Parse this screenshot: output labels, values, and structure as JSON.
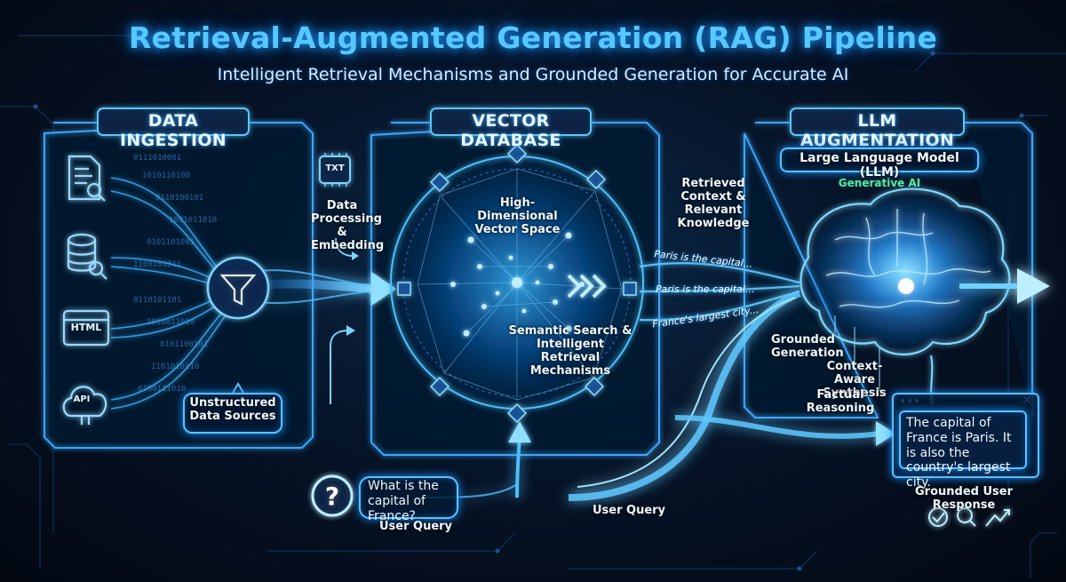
{
  "title": "Retrieval-Augmented Generation (RAG) Pipeline",
  "subtitle": "Intelligent Retrieval Mechanisms and Grounded Generation for Accurate AI",
  "panels": {
    "ingestion": {
      "title": "DATA INGESTION",
      "source_icons": [
        "document-search-icon",
        "database-search-icon",
        "html-icon",
        "api-cloud-icon"
      ],
      "html_label": "HTML",
      "api_label": "API",
      "unstructured_label": "Unstructured Data Sources"
    },
    "vector": {
      "title": "VECTOR DATABASE",
      "space_label": "High-Dimensional Vector Space",
      "search_label": "Semantic Search & Intelligent Retrieval Mechanisms"
    },
    "llm": {
      "title": "LLM AUGMENTATION",
      "model_label": "Large Language Model (LLM)",
      "generative_label": "Generative AI",
      "grounded_generation": "Grounded Generation",
      "context_aware": "Context-Aware Synthesis",
      "factual_reasoning": "Factual Reasoning"
    }
  },
  "processing": {
    "txt_label": "TXT",
    "label": "Data Processing & Embedding"
  },
  "retrieved_label": "Retrieved Context & Relevant Knowledge",
  "snippets": [
    "Paris is the capital...",
    "Paris is the capital...",
    "France's largest city..."
  ],
  "query": {
    "question": "What is the capital of France?",
    "label_left": "User Query",
    "label_center": "User Query"
  },
  "response": {
    "text": "The capital of France is Paris. It is also the country's largest city.",
    "label": "Grounded User Response",
    "icons": [
      "check-circle-icon",
      "magnifier-icon",
      "trend-up-icon"
    ]
  },
  "colors": {
    "accent": "#56c8ff",
    "glow": "#1f8fff",
    "background": "#040b18"
  }
}
